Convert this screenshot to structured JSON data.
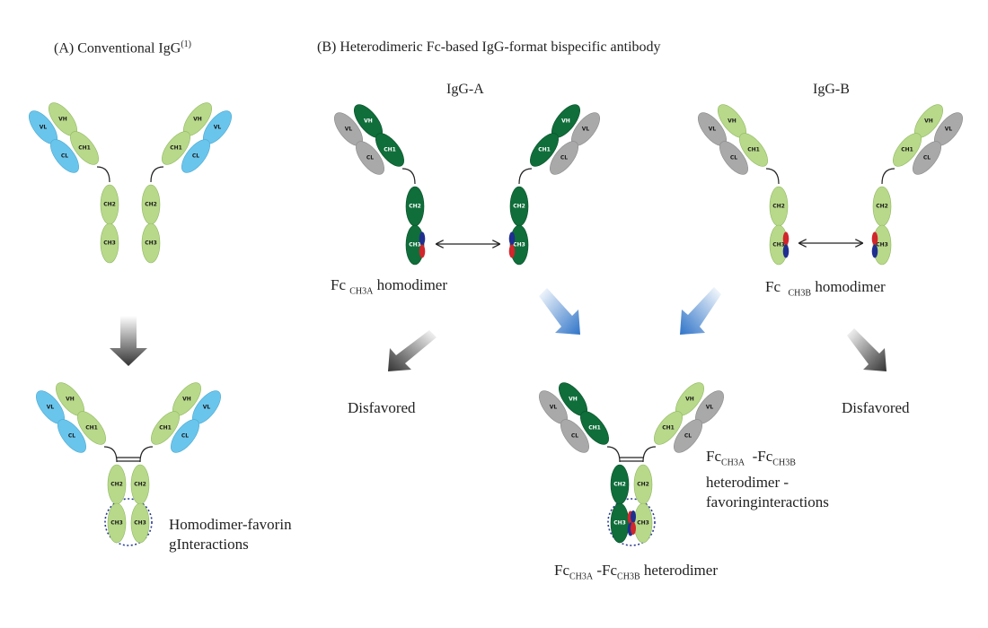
{
  "panel_a": {
    "title": "(A)  Conventional IgG",
    "title_sup": "(1)",
    "interaction_label_line1": "Homodimer-favorin",
    "interaction_label_line2": "gInteractions"
  },
  "panel_b": {
    "title": "(B) Heterodimeric Fc-based IgG-format bispecific antibody",
    "igg_a": "IgG-A",
    "igg_b": "IgG-B",
    "fc_a_homodimer": {
      "prefix": "Fc",
      "sub": "CH3A",
      "suffix": " homodimer"
    },
    "fc_b_homodimer": {
      "prefix": "Fc",
      "sub": "CH3B",
      "suffix": " homodimer"
    },
    "disfavored_left": "Disfavored",
    "disfavored_right": "Disfavored",
    "heterodimer_interactions": {
      "prefix1": "Fc",
      "sub1": "CH3A",
      "mid": "-Fc",
      "sub2": "CH3B",
      "line2": "heterodimer -",
      "line3": "favoringinteractions"
    },
    "heterodimer_caption": {
      "prefix1": "Fc",
      "sub1": "CH3A",
      "mid": "-Fc",
      "sub2": "CH3B",
      "suffix": " heterodimer"
    }
  },
  "domain_labels": {
    "vh": "VH",
    "vl": "VL",
    "cl": "CL",
    "ch1": "CH1",
    "ch2": "CH2",
    "ch3": "CH3"
  },
  "colors": {
    "light_green": "#b8d98a",
    "light_green_stroke": "#8fb860",
    "dark_green": "#0f6e3a",
    "blue_light": "#6ac5ec",
    "gray": "#a9a9a9",
    "red": "#d0262c",
    "navy": "#1f2f8f",
    "arrow_gray_dark": "#3a3a3a",
    "arrow_blue": "#3a7fd0"
  }
}
